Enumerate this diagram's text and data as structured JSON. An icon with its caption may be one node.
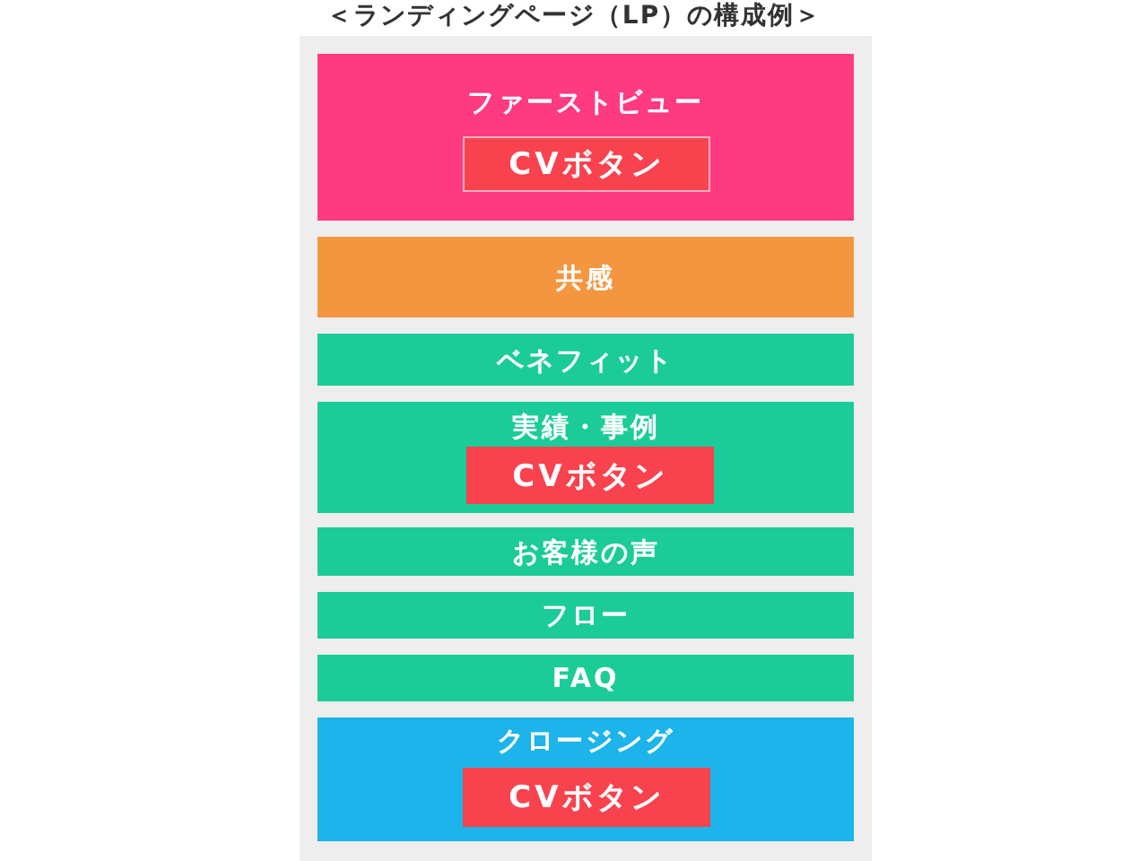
{
  "diagram": {
    "title": "＜ランディングページ（LP）の構成例＞",
    "nodes": [
      {
        "text": [],
        "shape": "box"
      },
      {
        "text": [
          "ファーストビュー"
        ],
        "in": 0
      },
      {
        "text": [
          "CVボタン"
        ],
        "in": 1
      },
      {
        "text": [
          "共感"
        ],
        "in": 0
      },
      {
        "text": [
          "ベネフィット"
        ],
        "in": 0
      },
      {
        "text": [
          "実績・事例"
        ],
        "in": 0
      },
      {
        "text": [
          "CVボタン"
        ],
        "in": 5
      },
      {
        "text": [
          "お客様の声"
        ],
        "in": 0
      },
      {
        "text": [
          "フロー"
        ],
        "in": 0
      },
      {
        "text": [
          "FAQ"
        ],
        "in": 0
      },
      {
        "text": [
          "クロージング"
        ],
        "in": 0
      },
      {
        "text": [
          "CVボタン"
        ],
        "in": 10
      }
    ]
  }
}
